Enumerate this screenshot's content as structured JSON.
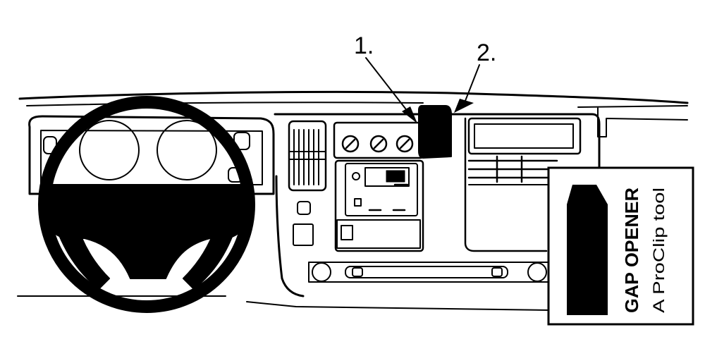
{
  "diagram": {
    "callouts": [
      {
        "id": "1",
        "label": "1."
      },
      {
        "id": "2",
        "label": "2."
      }
    ],
    "tool_box": {
      "line1": "GAP OPENER",
      "line2": "A ProClip tool"
    }
  }
}
